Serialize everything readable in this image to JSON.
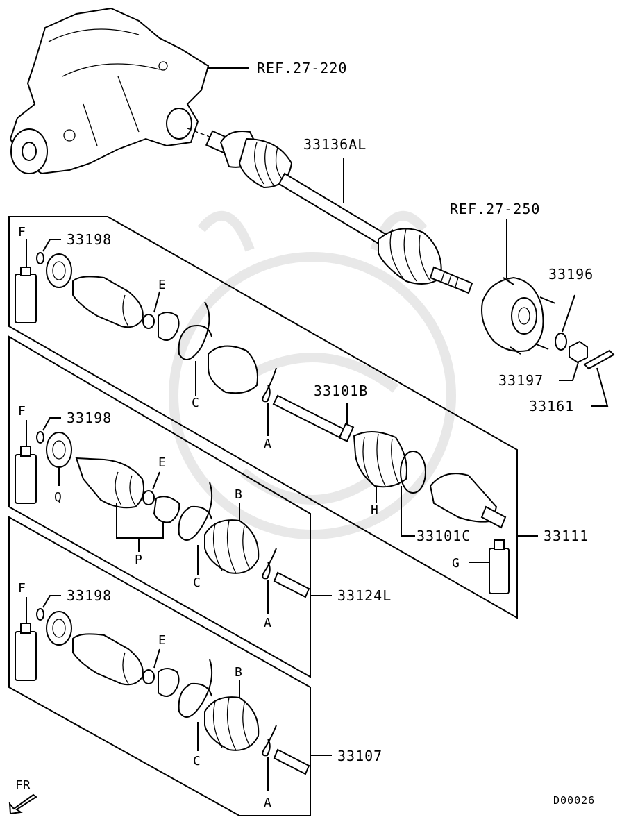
{
  "refs": {
    "transaxle": "REF.27-220",
    "hub": "REF.27-250"
  },
  "parts": {
    "shaft_assy": "33136AL",
    "washer": "33196",
    "nut": "33197",
    "cotter_pin": "33161",
    "dust_cover_kit": "33198",
    "middle_joint": "33101B",
    "middle_ring": "33101C",
    "kit_top": "33111",
    "kit_middle": "33124L",
    "kit_bottom": "33107"
  },
  "letters": {
    "F": "F",
    "E": "E",
    "C": "C",
    "A": "A",
    "B": "B",
    "H": "H",
    "G": "G",
    "Q": "Q",
    "P": "P"
  },
  "orientation": "FR",
  "diagram_code": "D00026"
}
